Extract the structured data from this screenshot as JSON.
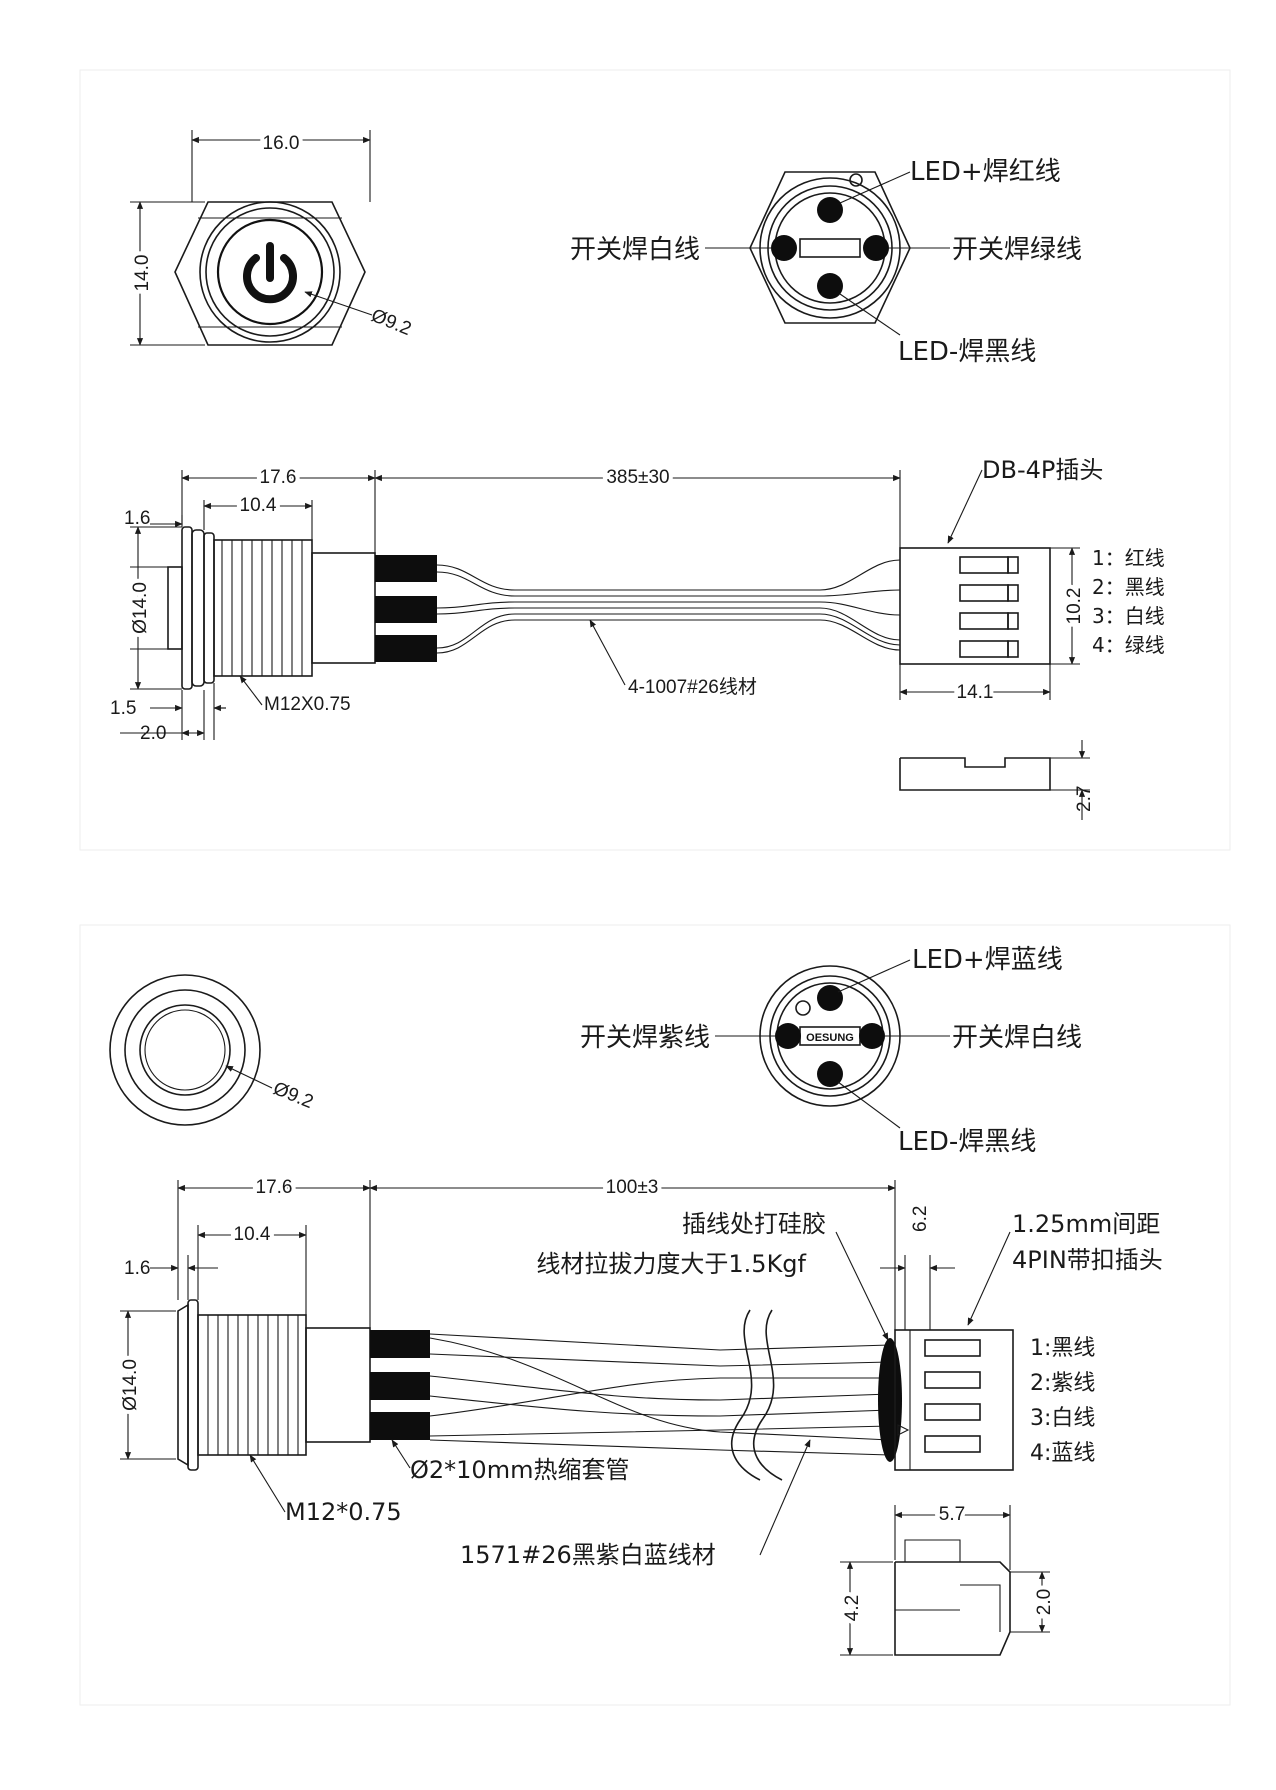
{
  "top": {
    "front": {
      "width": "16.0",
      "height": "14.0",
      "dia": "Ø9.2"
    },
    "pins": {
      "led_plus": "LED+焊红线",
      "switch_left": "开关焊白线",
      "switch_right": "开关焊绿线",
      "led_minus": "LED-焊黑线"
    },
    "side": {
      "len_total": "17.6",
      "len_thread": "10.4",
      "flange": "1.6",
      "dia": "Ø14.0",
      "d15": "1.5",
      "d20": "2.0",
      "thread": "M12X0.75",
      "cable_len": "385±30",
      "wire": "4-1007#26线材",
      "connector": "DB-4P插头",
      "conn_h": "10.2",
      "conn_w": "14.1",
      "conn_t": "2.7",
      "wires": [
        "1：红线",
        "2：黑线",
        "3：白线",
        "4：绿线"
      ]
    }
  },
  "bottom": {
    "front": {
      "dia": "Ø9.2"
    },
    "pins": {
      "led_plus": "LED+焊蓝线",
      "switch_left": "开关焊紫线",
      "switch_right": "开关焊白线",
      "led_minus": "LED-焊黑线",
      "logo": "OESUNG"
    },
    "side": {
      "len_total": "17.6",
      "len_thread": "10.4",
      "flange": "1.6",
      "dia": "Ø14.0",
      "thread": "M12*0.75",
      "cable_len": "100±3",
      "glue1": "插线处打硅胶",
      "glue2": "线材拉拔力度大于1.5Kgf",
      "d62": "6.2",
      "conn1": "1.25mm间距",
      "conn2": "4PIN带扣插头",
      "wires": [
        "1:黑线",
        "2:紫线",
        "3:白线",
        "4:蓝线"
      ],
      "shrink": "Ø2*10mm热缩套管",
      "wire": "1571#26黑紫白蓝线材",
      "c57": "5.7",
      "c42": "4.2",
      "c20": "2.0"
    }
  }
}
